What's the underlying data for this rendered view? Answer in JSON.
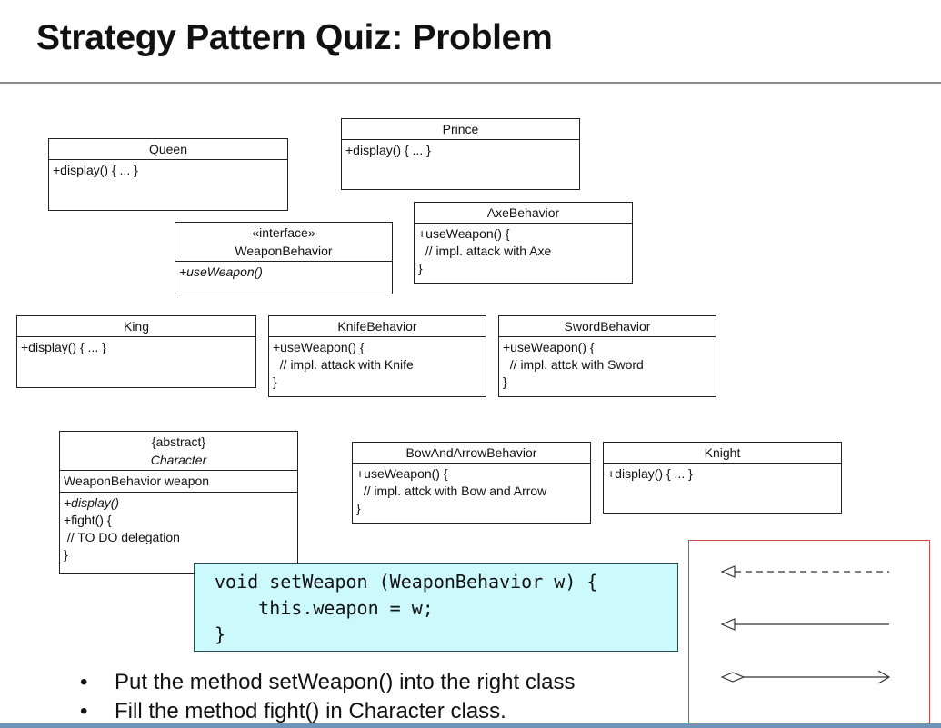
{
  "title": "Strategy Pattern Quiz: Problem",
  "classes": {
    "queen": {
      "name": "Queen",
      "methods": [
        "+display() { ... }"
      ]
    },
    "prince": {
      "name": "Prince",
      "methods": [
        "+display() { ... }"
      ]
    },
    "weapon_behavior": {
      "stereotype": "«interface»",
      "name": "WeaponBehavior",
      "methods": [
        "+useWeapon()"
      ]
    },
    "axe_behavior": {
      "name": "AxeBehavior",
      "methods": [
        "+useWeapon() {",
        "  // impl. attack with Axe",
        "}"
      ]
    },
    "king": {
      "name": "King",
      "methods": [
        "+display() { ... }"
      ]
    },
    "knife_behavior": {
      "name": "KnifeBehavior",
      "methods": [
        "+useWeapon() {",
        "  // impl. attack with Knife",
        "}"
      ]
    },
    "sword_behavior": {
      "name": "SwordBehavior",
      "methods": [
        "+useWeapon() {",
        "  // impl. attck with Sword",
        "}"
      ]
    },
    "character": {
      "stereotype": "{abstract}",
      "name": "Character",
      "attributes": [
        "WeaponBehavior weapon"
      ],
      "methods": [
        "+display()",
        "+fight() {",
        " // TO DO delegation",
        "}"
      ]
    },
    "bow_and_arrow_behavior": {
      "name": "BowAndArrowBehavior",
      "methods": [
        "+useWeapon() {",
        "  // impl. attck with Bow and Arrow",
        "}"
      ]
    },
    "knight": {
      "name": "Knight",
      "methods": [
        "+display() { ... }"
      ]
    }
  },
  "code": {
    "line1": "void setWeapon (WeaponBehavior w) {",
    "line2": "    this.weapon = w;",
    "line3": "}"
  },
  "bullets": [
    "Put the method setWeapon() into the right class",
    "Fill the method fight() in Character class."
  ],
  "bullet_glyph": "•",
  "legend": [
    "realization-arrow",
    "generalization-arrow",
    "aggregation-arrow"
  ],
  "colors": {
    "code_bg": "#ccf9fb",
    "legend_border": "#d04a4a",
    "footer_bar": "#6f94b8"
  }
}
